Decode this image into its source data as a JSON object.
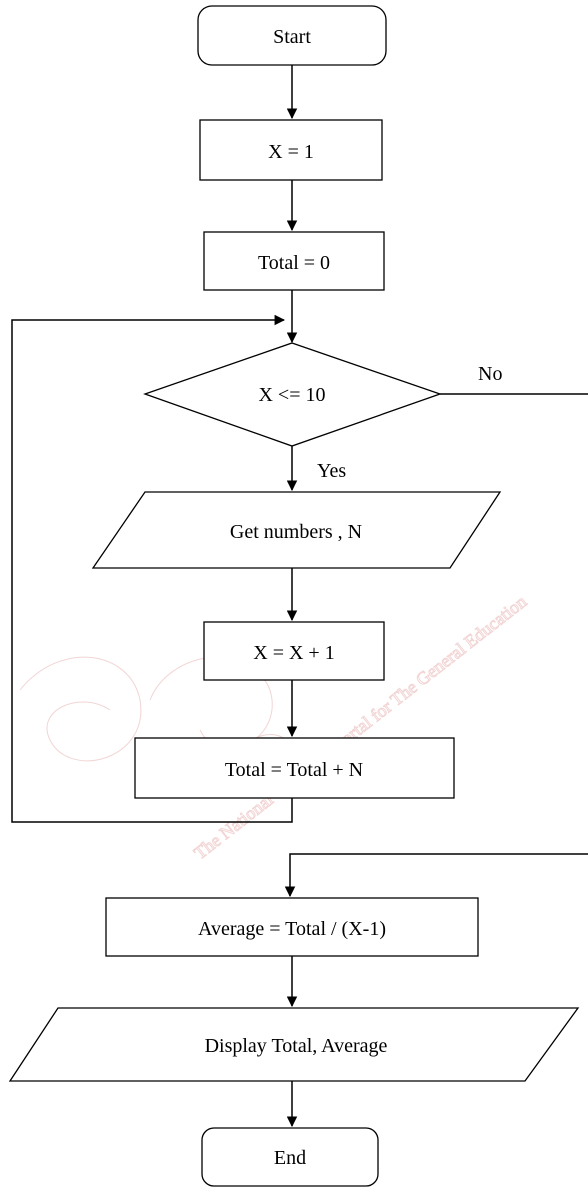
{
  "flowchart": {
    "start": "Start",
    "init_x": "X = 1",
    "init_total": "Total = 0",
    "condition": "X <= 10",
    "no_label": "No",
    "yes_label": "Yes",
    "input": "Get numbers , N",
    "increment": "X = X + 1",
    "accumulate": "Total = Total + N",
    "average": "Average = Total / (X-1)",
    "display": "Display Total, Average",
    "end": "End"
  },
  "watermark": {
    "text": "The National e-learning Portal for The General Education",
    "color": "#e8b3b3"
  }
}
